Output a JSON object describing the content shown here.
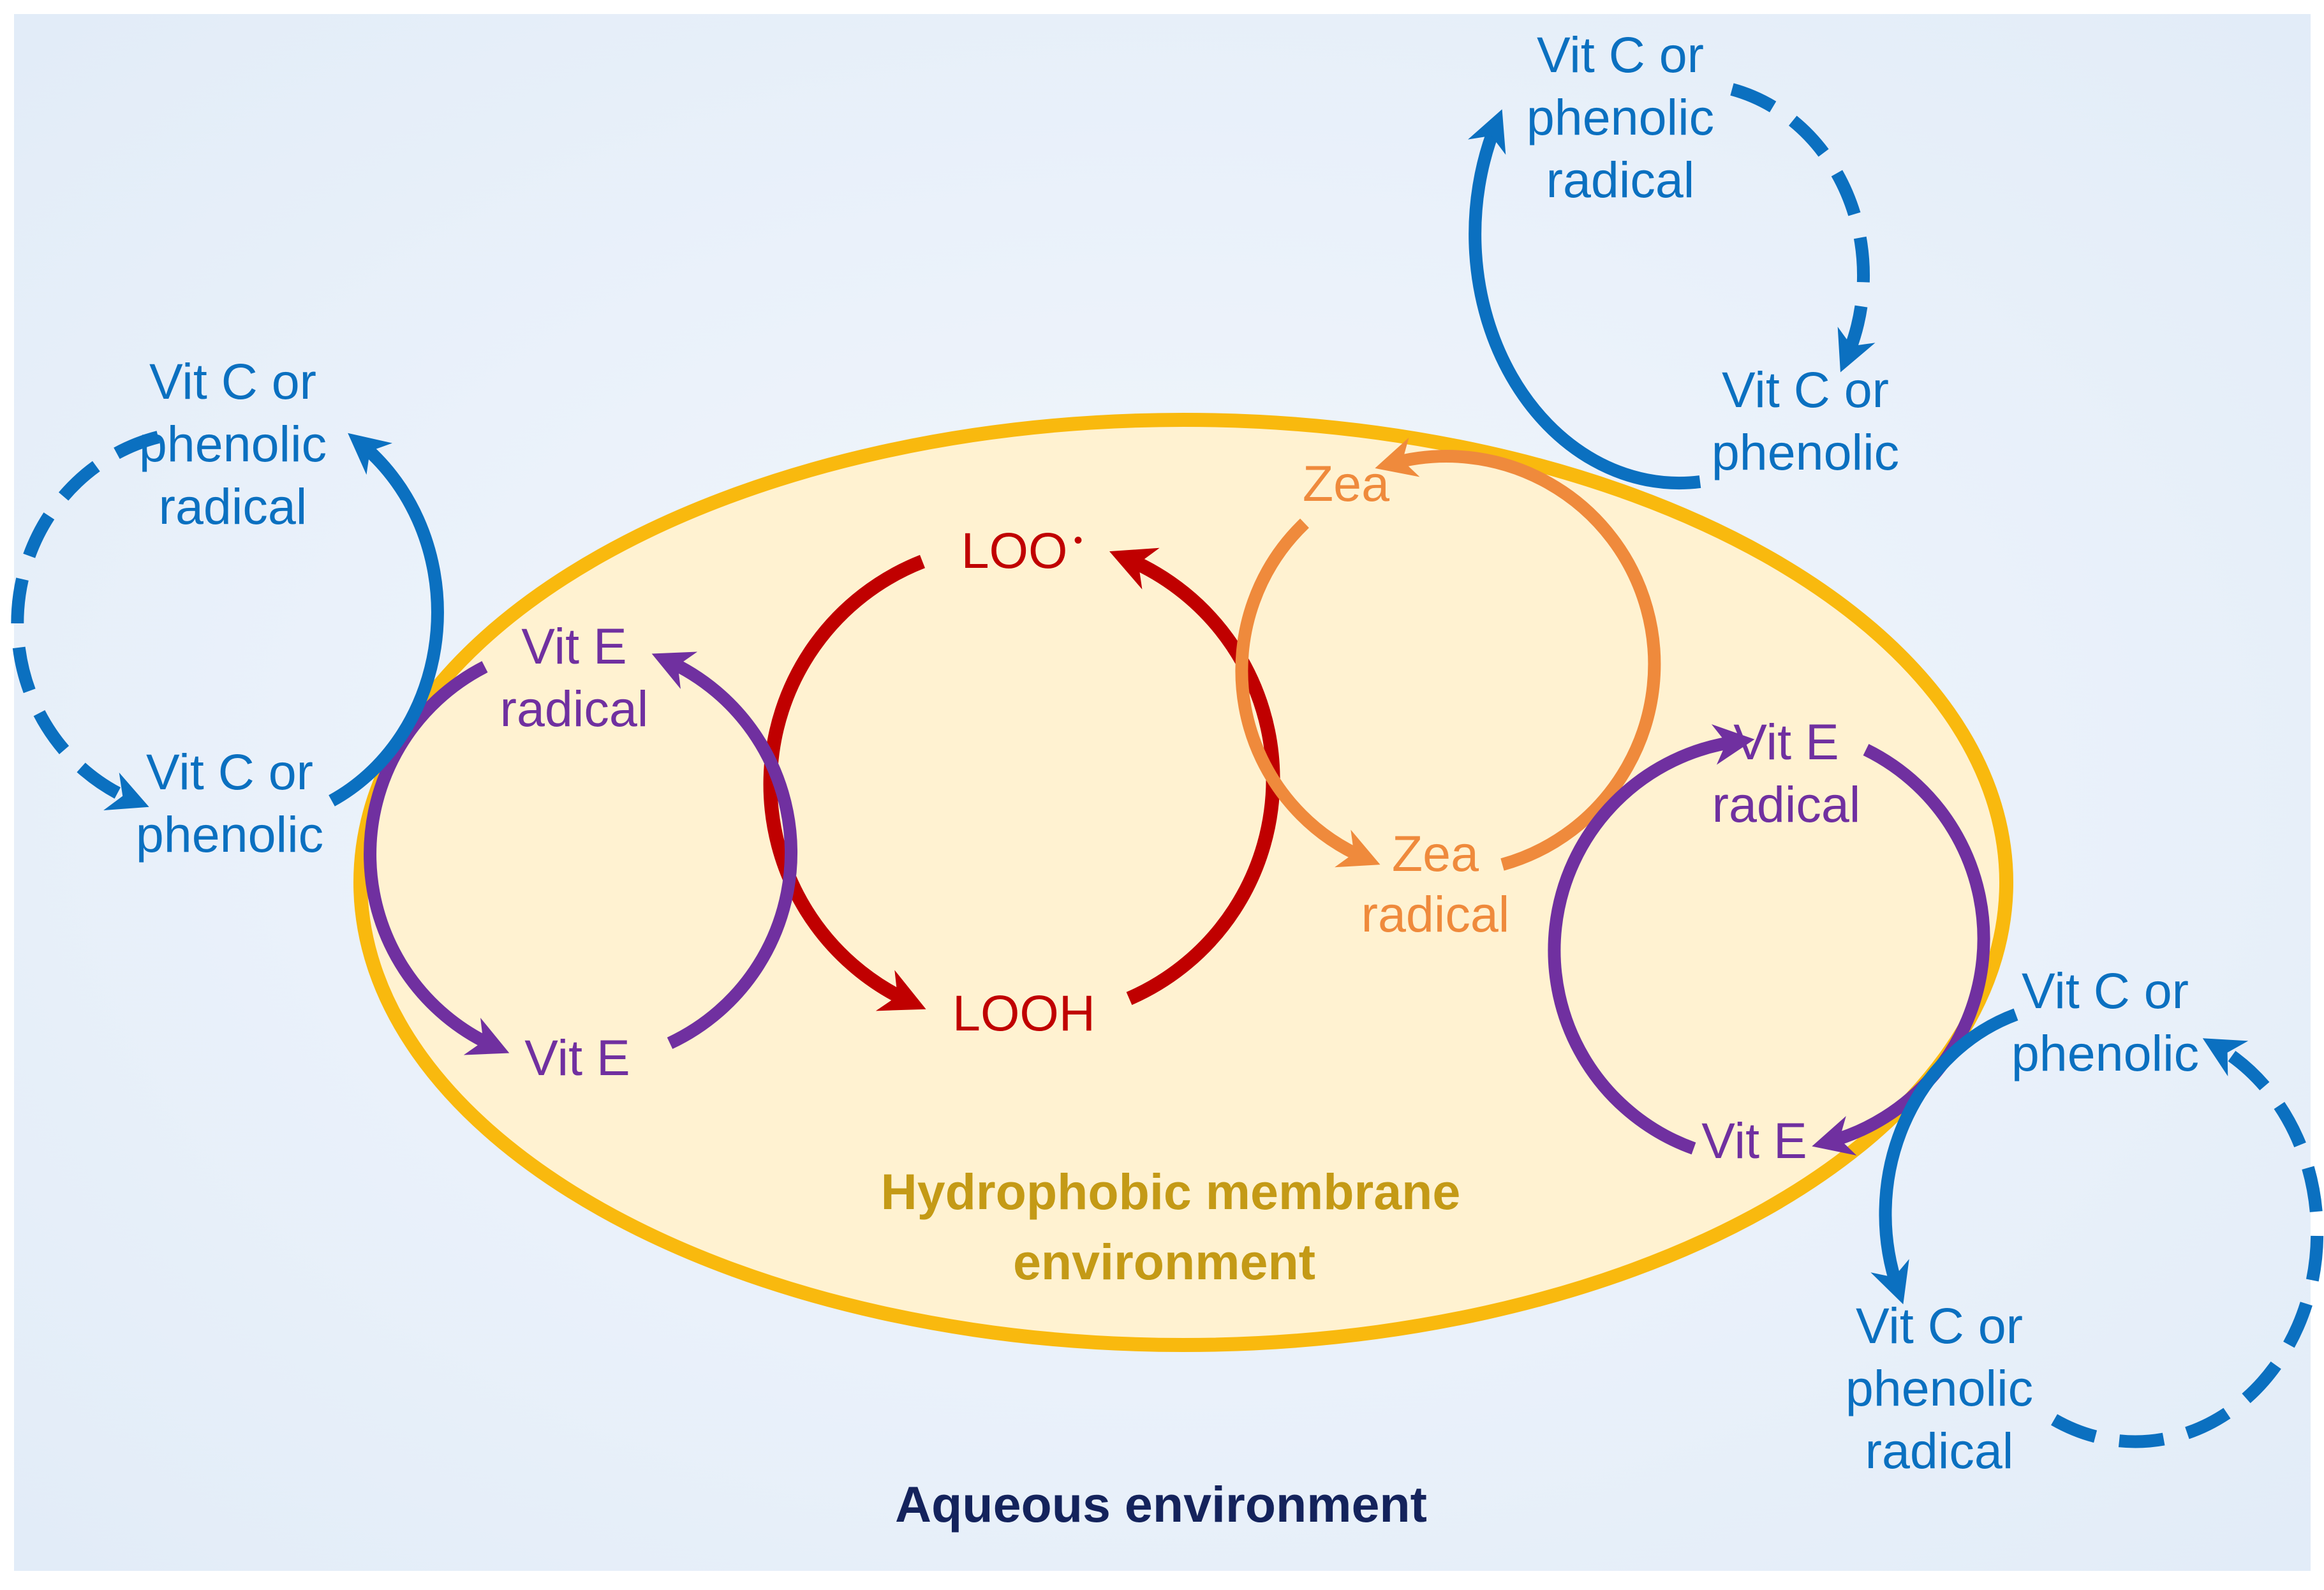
{
  "labels": {
    "aqueous": "Aqueous environment",
    "membrane_line1": "Hydrophobic membrane",
    "membrane_line2": "environment",
    "loo": "LOO",
    "loo_dot": "•",
    "looh": "LOOH",
    "zea": "Zea",
    "zea_radical_line1": "Zea",
    "zea_radical_line2": "radical",
    "left_vit_e_radical_line1": "Vit E",
    "left_vit_e_radical_line2": "radical",
    "left_vit_e": "Vit E",
    "right_vit_e_radical_line1": "Vit E",
    "right_vit_e_radical_line2": "radical",
    "right_vit_e": "Vit E",
    "left_vitc_radical_line1": "Vit C or",
    "left_vitc_radical_line2": "phenolic",
    "left_vitc_radical_line3": "radical",
    "left_vitc_line1": "Vit C or",
    "left_vitc_line2": "phenolic",
    "topright_vitc_radical_line1": "Vit C or",
    "topright_vitc_radical_line2": "phenolic",
    "topright_vitc_radical_line3": "radical",
    "topright_vitc_line1": "Vit C or",
    "topright_vitc_line2": "phenolic",
    "bottomright_vitc_line1": "Vit C or",
    "bottomright_vitc_line2": "phenolic",
    "bottomright_vitc_radical_line1": "Vit C or",
    "bottomright_vitc_radical_line2": "phenolic",
    "bottomright_vitc_radical_line3": "radical"
  },
  "colors": {
    "background_outer": "#e8f0fa",
    "membrane_fill": "#fff2d1",
    "membrane_border": "#f9b90e",
    "membrane_text": "#c49a16",
    "aqueous_text": "#14235c",
    "red": "#c00000",
    "orange": "#ef8a3c",
    "purple": "#7030a0",
    "blue": "#0b70c0"
  }
}
